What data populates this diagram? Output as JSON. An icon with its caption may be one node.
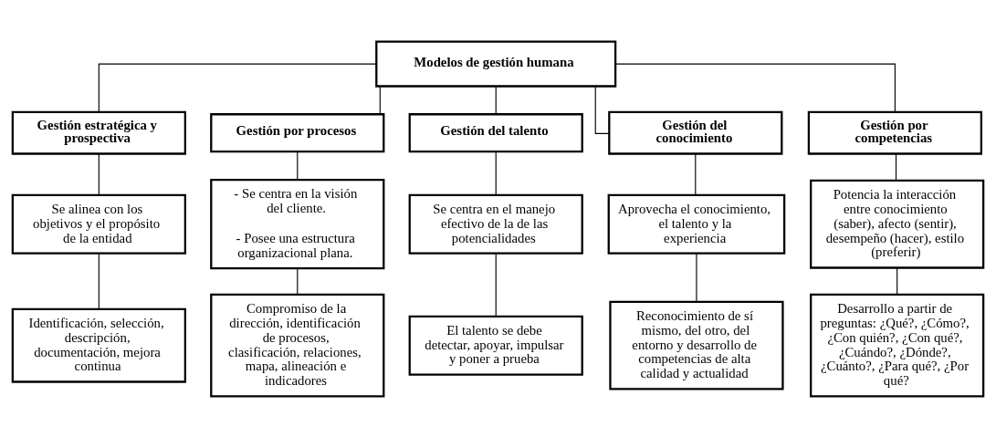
{
  "diagram": {
    "nodes": [
      {
        "text": [
          "Modelos de gestión humana"
        ]
      },
      {
        "text": [
          "Gestión estratégica y prospectiva"
        ]
      },
      {
        "text": [
          "Gestión por procesos"
        ]
      },
      {
        "text": [
          "Gestión del talento"
        ]
      },
      {
        "text": [
          "Gestión del conocimiento"
        ]
      },
      {
        "text": [
          "Gestión por competencias"
        ]
      },
      {
        "text": [
          "Se alinea con los objetivos y el propósito de la entidad"
        ]
      },
      {
        "text": [
          "- Se centra en la visión del cliente.",
          "- Posee una estructura organizacional plana."
        ]
      },
      {
        "text": [
          "Se centra en el manejo efectivo de la de las potencialidades"
        ]
      },
      {
        "text": [
          "Aprovecha el conocimiento, el talento y la experiencia"
        ]
      },
      {
        "text": [
          "Potencia la interacción entre conocimiento (saber), afecto (sentir), desempeño (hacer), estilo (preferir)"
        ]
      },
      {
        "text": [
          "Identificación, selección, descripción, documentación, mejora continua"
        ]
      },
      {
        "text": [
          "Compromiso de la dirección, identificación de procesos, clasificación, relaciones, mapa, alineación e indicadores"
        ]
      },
      {
        "text": [
          "El talento se debe detectar, apoyar, impulsar y poner a prueba"
        ]
      },
      {
        "text": [
          "Reconocimiento de sí mismo, del otro, del entorno y desarrollo de competencias de alta calidad y actualidad"
        ]
      },
      {
        "text": [
          "Desarrollo a partir de preguntas: ¿Qué?, ¿Cómo?, ¿Con quién?, ¿Con qué?, ¿Cuándo?, ¿Dónde?, ¿Cuánto?, ¿Para qué?, ¿Por qué?"
        ]
      }
    ],
    "edges": [
      {
        "from": 0,
        "to": 1,
        "arrow": "none"
      },
      {
        "from": 0,
        "to": 2,
        "arrow": "none"
      },
      {
        "from": 0,
        "to": 3,
        "arrow": "none"
      },
      {
        "from": 0,
        "to": 4,
        "arrow": "none"
      },
      {
        "from": 0,
        "to": 5,
        "arrow": "none"
      },
      {
        "from": 1,
        "to": 6,
        "arrow": "none"
      },
      {
        "from": 2,
        "to": 7,
        "arrow": "none"
      },
      {
        "from": 3,
        "to": 8,
        "arrow": "none"
      },
      {
        "from": 4,
        "to": 9,
        "arrow": "none"
      },
      {
        "from": 5,
        "to": 10,
        "arrow": "none"
      },
      {
        "from": 6,
        "to": 11,
        "arrow": "none"
      },
      {
        "from": 7,
        "to": 12,
        "arrow": "none"
      },
      {
        "from": 8,
        "to": 13,
        "arrow": "none"
      },
      {
        "from": 9,
        "to": 14,
        "arrow": "none"
      },
      {
        "from": 10,
        "to": 15,
        "arrow": "none"
      }
    ]
  }
}
